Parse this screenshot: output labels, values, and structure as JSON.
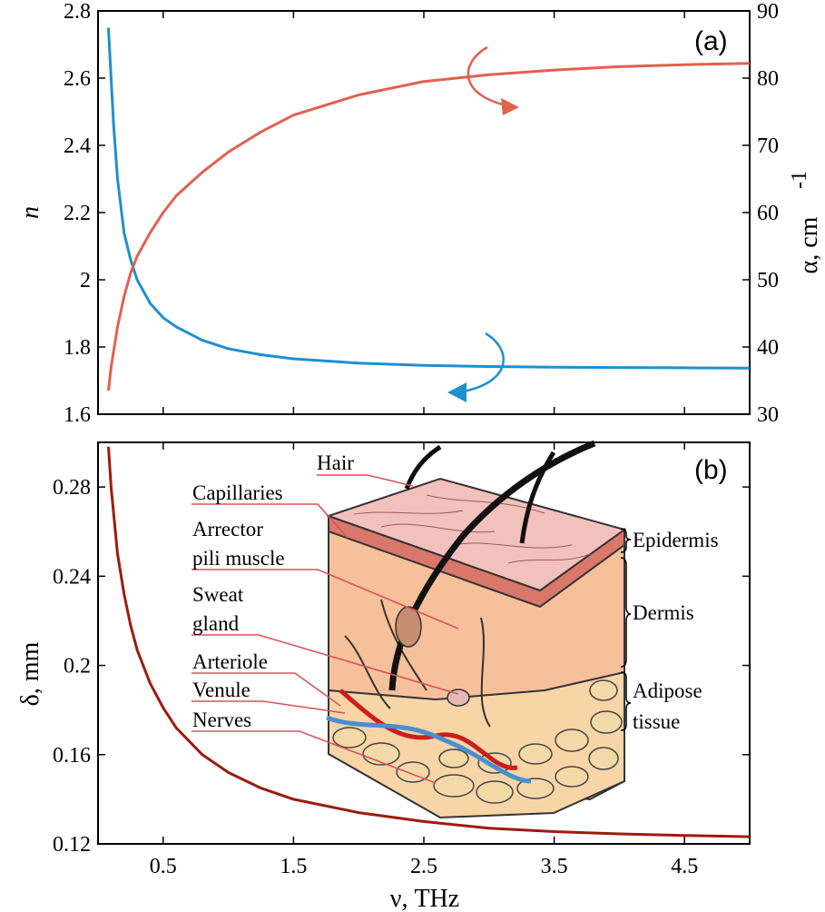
{
  "chart_data": [
    {
      "type": "line",
      "panel_label": "(a)",
      "xlim": [
        0,
        5
      ],
      "ylim_left": [
        1.6,
        2.8
      ],
      "ylim_right": [
        30,
        90
      ],
      "x_ticks": [
        0.5,
        1.5,
        2.5,
        3.5,
        4.5
      ],
      "left_ticks": [
        "1.6",
        "1.8",
        "2",
        "2.2",
        "2.4",
        "2.6",
        "2.8"
      ],
      "right_ticks": [
        "30",
        "40",
        "50",
        "60",
        "70",
        "80",
        "90"
      ],
      "ylabel_left": "n",
      "ylabel_right": "α, cm",
      "ylabel_right_sup": "-1",
      "series": [
        {
          "axis": "left",
          "color": "#1f8fcf",
          "x": [
            0.08,
            0.1,
            0.12,
            0.15,
            0.2,
            0.25,
            0.3,
            0.4,
            0.5,
            0.6,
            0.8,
            1.0,
            1.25,
            1.5,
            2.0,
            2.5,
            3.0,
            3.5,
            4.0,
            4.5,
            5.0
          ],
          "y": [
            2.75,
            2.6,
            2.46,
            2.3,
            2.14,
            2.06,
            2.0,
            1.93,
            1.887,
            1.86,
            1.82,
            1.795,
            1.777,
            1.765,
            1.752,
            1.745,
            1.742,
            1.74,
            1.739,
            1.738,
            1.737
          ]
        },
        {
          "axis": "right",
          "color": "#e0614e",
          "x": [
            0.08,
            0.1,
            0.15,
            0.2,
            0.25,
            0.3,
            0.4,
            0.5,
            0.6,
            0.8,
            1.0,
            1.25,
            1.5,
            2.0,
            2.5,
            3.0,
            3.5,
            4.0,
            4.5,
            5.0
          ],
          "y": [
            33.5,
            37.0,
            43.0,
            47.5,
            51.0,
            53.5,
            57.0,
            60.0,
            62.5,
            66.0,
            69.0,
            72.0,
            74.5,
            77.5,
            79.5,
            80.5,
            81.2,
            81.7,
            82.0,
            82.2
          ]
        }
      ]
    },
    {
      "type": "line",
      "panel_label": "(b)",
      "xlim": [
        0,
        5
      ],
      "ylim": [
        0.12,
        0.3
      ],
      "x_ticks": [
        "0.5",
        "1.5",
        "2.5",
        "3.5",
        "4.5"
      ],
      "y_ticks": [
        "0.12",
        "0.16",
        "0.2",
        "0.24",
        "0.28"
      ],
      "xlabel": "ν, THz",
      "ylabel": "δ, mm",
      "series": [
        {
          "color": "#9b1c0f",
          "x": [
            0.08,
            0.1,
            0.15,
            0.2,
            0.25,
            0.3,
            0.4,
            0.5,
            0.6,
            0.8,
            1.0,
            1.25,
            1.5,
            2.0,
            2.5,
            3.0,
            3.5,
            4.0,
            4.5,
            5.0
          ],
          "y": [
            0.298,
            0.28,
            0.25,
            0.232,
            0.218,
            0.207,
            0.192,
            0.181,
            0.172,
            0.16,
            0.152,
            0.145,
            0.14,
            0.134,
            0.13,
            0.127,
            0.1255,
            0.1245,
            0.1238,
            0.1232
          ]
        }
      ],
      "annotations": {
        "left": [
          "Hair",
          "Capillaries",
          "Arrector",
          "pili muscle",
          "Sweat",
          "gland",
          "Arteriole",
          "Venule",
          "Nerves"
        ],
        "right": [
          "Epidermis",
          "Dermis",
          "Adipose",
          "tissue"
        ]
      }
    }
  ]
}
